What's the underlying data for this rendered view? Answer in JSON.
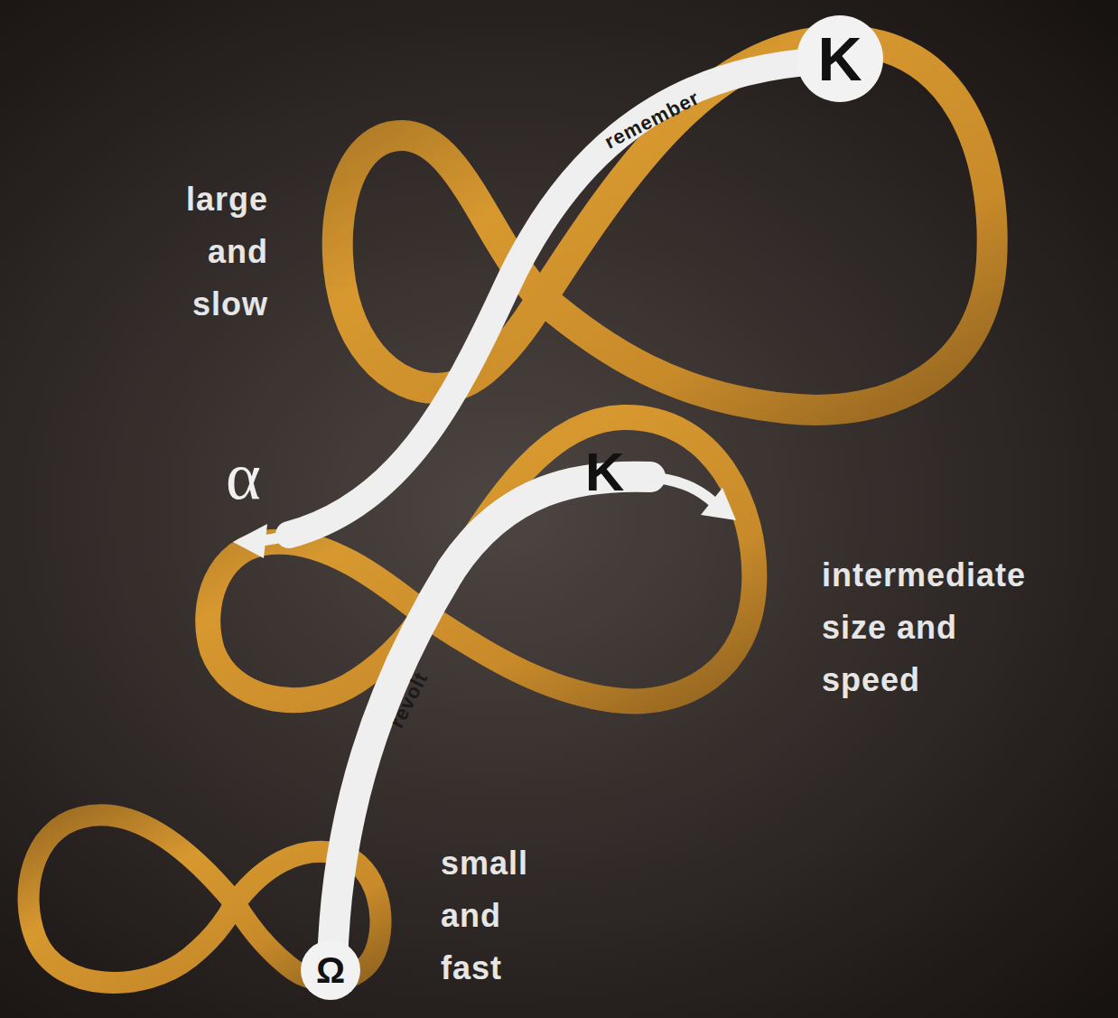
{
  "diagram": {
    "nodes": [
      {
        "text": [
          "K"
        ]
      },
      {
        "text": [
          "Ω"
        ]
      }
    ],
    "labels": [
      "large and slow",
      "remember",
      "α",
      "K",
      "revolt",
      "intermediate size and speed",
      "small and fast"
    ]
  }
}
